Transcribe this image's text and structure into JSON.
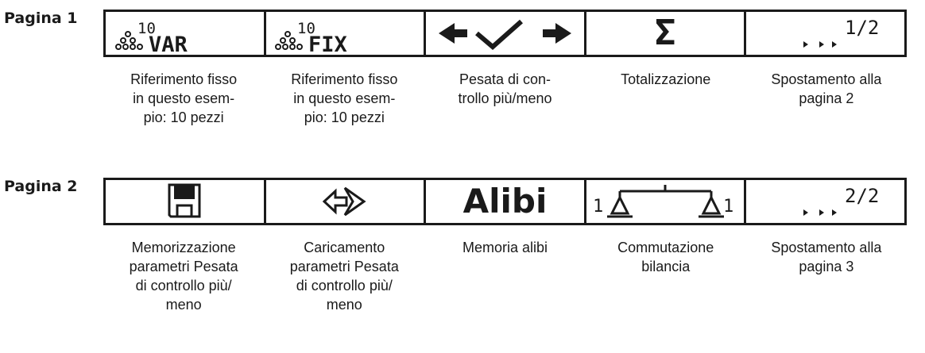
{
  "page1": {
    "label": "Pagina 1",
    "keys": [
      {
        "icon": "piece-count-var-icon",
        "sup": "10",
        "text": "VAR"
      },
      {
        "icon": "piece-count-fix-icon",
        "sup": "10",
        "text": "FIX"
      },
      {
        "icon": "check-weighing-icon"
      },
      {
        "icon": "sigma-totalization-icon",
        "text": "Σ"
      },
      {
        "icon": "page-indicator-icon",
        "text": "1/2"
      }
    ],
    "descriptions": [
      "Riferimento fisso\nin questo esem-\npio: 10 pezzi",
      "Riferimento fisso\nin questo esem-\npio: 10 pezzi",
      "Pesata di con-\ntrollo più/meno",
      "Totalizzazione",
      "Spostamento alla\npagina 2"
    ]
  },
  "page2": {
    "label": "Pagina 2",
    "keys": [
      {
        "icon": "floppy-disk-save-icon"
      },
      {
        "icon": "load-arrows-icon"
      },
      {
        "icon": "alibi-text-icon",
        "text": "Alibi"
      },
      {
        "icon": "scale-switch-icon",
        "left": "1",
        "right": "1"
      },
      {
        "icon": "page-indicator-icon",
        "text": "2/2"
      }
    ],
    "descriptions": [
      "Memorizzazione\nparametri Pesata\ndi controllo più/\nmeno",
      "Caricamento\nparametri Pesata\ndi controllo più/\nmeno",
      "Memoria alibi",
      "Commutazione\nbilancia",
      "Spostamento alla\npagina 3"
    ]
  }
}
